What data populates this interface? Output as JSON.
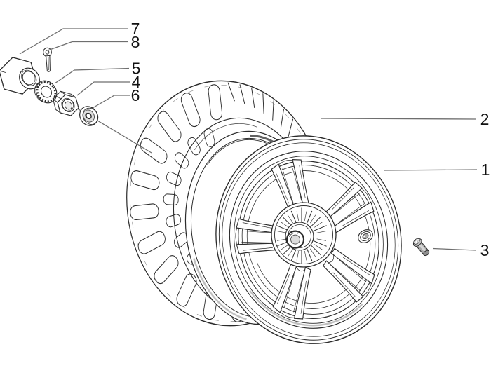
{
  "figure": {
    "kind": "exploded parts diagram - wheel assembly",
    "background_color": "#ffffff",
    "line_color": "#2b2b2b",
    "leader_color": "#6e6e6e",
    "label_color": "#111111",
    "shade_light": "#dcdcdc",
    "shade_mid": "#a9a9a9"
  },
  "callouts": {
    "1": {
      "label": "1",
      "part": "wheel-rim"
    },
    "2": {
      "label": "2",
      "part": "tire"
    },
    "3": {
      "label": "3",
      "part": "valve-stem"
    },
    "4": {
      "label": "4",
      "part": "hex-nut"
    },
    "5": {
      "label": "5",
      "part": "serrated-lock-washer"
    },
    "6": {
      "label": "6",
      "part": "flat-washer"
    },
    "7": {
      "label": "7",
      "part": "hub-cap"
    },
    "8": {
      "label": "8",
      "part": "cotter-pin"
    }
  }
}
